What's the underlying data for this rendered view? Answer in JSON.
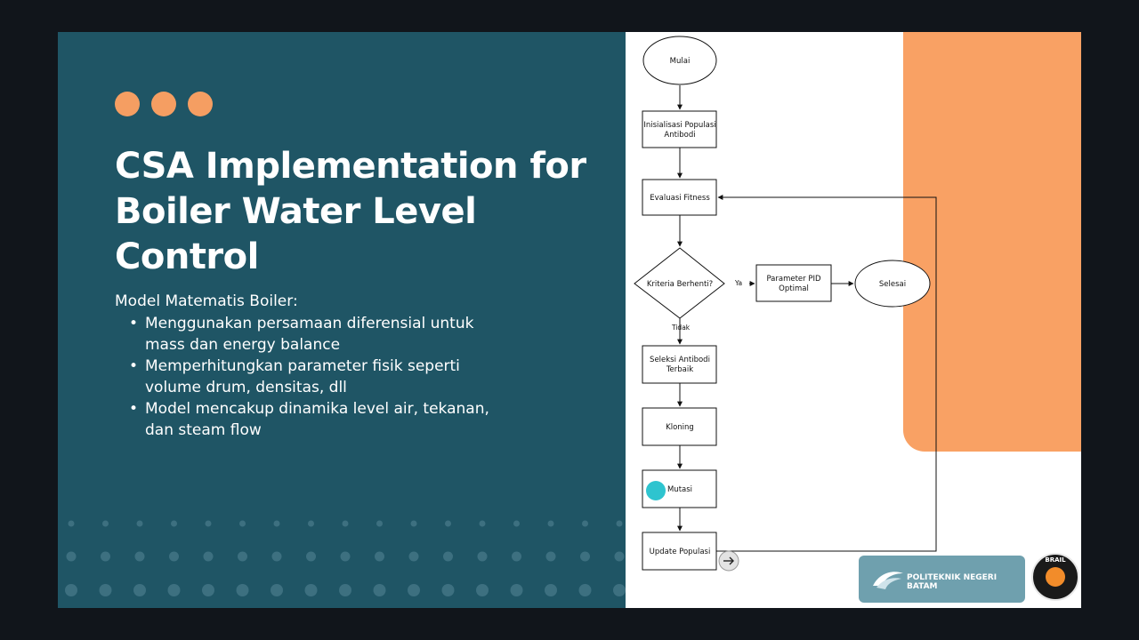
{
  "slide": {
    "title": "CSA Implementation for\nBoiler Water Level\nControl",
    "subtitle": "Model Matematis Boiler:",
    "bullets": [
      "Menggunakan persamaan diferensial untuk mass dan energy balance",
      "Memperhitungkan parameter fisik seperti volume drum, densitas, dll",
      "Model mencakup dinamika level air, tekanan, dan steam flow"
    ]
  },
  "flowchart": {
    "start": "Mulai",
    "init_line1": "Inisialisasi Populasi",
    "init_line2": "Antibodi",
    "evaluate": "Evaluasi Fitness",
    "decision": "Kriteria Berhenti?",
    "yes_label": "Ya",
    "no_label": "Tidak",
    "pid_line1": "Parameter PID",
    "pid_line2": "Optimal",
    "end": "Selesai",
    "select_line1": "Seleksi Antibodi",
    "select_line2": "Terbaik",
    "clone": "Kloning",
    "mutate": "Mutasi",
    "update": "Update Populasi"
  },
  "logos": {
    "polibatam": "POLITEKNIK NEGERI BATAM",
    "brail": "BRAIL"
  },
  "colors": {
    "panel": "#1f5565",
    "accent_orange": "#f59e62",
    "orange_block": "#f9a164",
    "cursor_dot": "#2ec4cf"
  },
  "icons": {
    "nav_arrow": "arrow-right-icon"
  }
}
